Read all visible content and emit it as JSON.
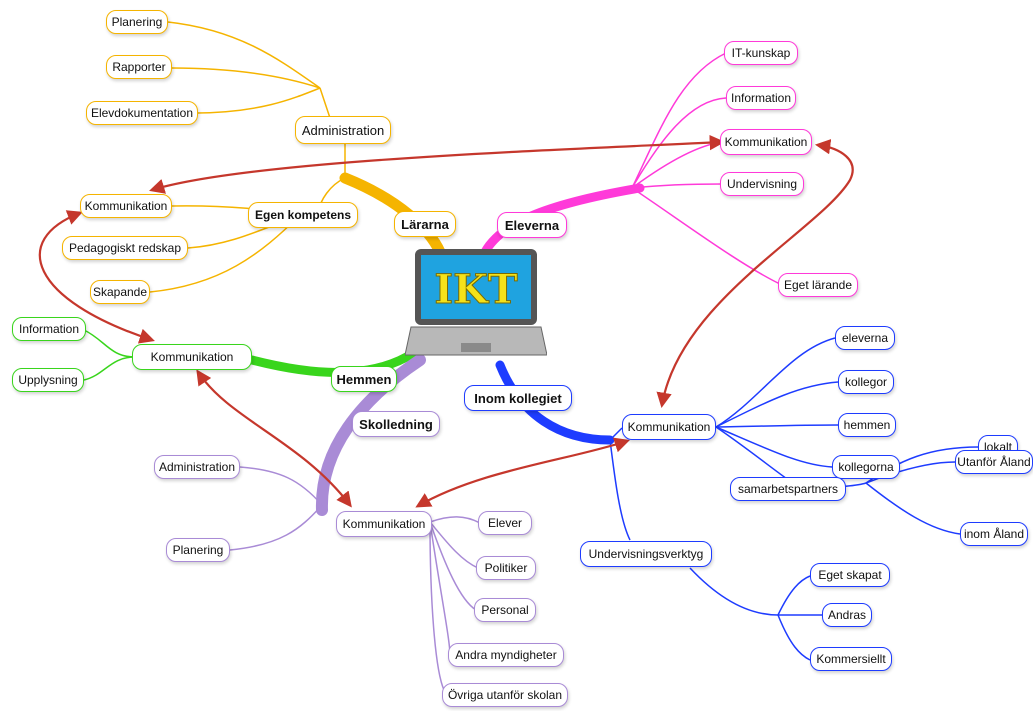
{
  "center": {
    "label": "IKT",
    "icon": "laptop-icon"
  },
  "colors": {
    "larare": "#f5b400",
    "elever": "#ff3ad9",
    "hemmen": "#39d51c",
    "skolledning": "#a98bd6",
    "kollegiet": "#1e3cff",
    "crosslink": "#c5372c"
  },
  "branches": {
    "lararna": {
      "label": "Lärarna",
      "administration": {
        "label": "Administration",
        "items": [
          "Planering",
          "Rapporter",
          "Elevdokumentation"
        ]
      },
      "egen_kompetens": {
        "label": "Egen kompetens",
        "items": [
          "Kommunikation",
          "Pedagogiskt redskap",
          "Skapande"
        ]
      }
    },
    "eleverna": {
      "label": "Eleverna",
      "items": [
        "IT-kunskap",
        "Information",
        "Kommunikation",
        "Undervisning",
        "Eget lärande"
      ]
    },
    "hemmen": {
      "label": "Hemmen",
      "kommunikation": {
        "label": "Kommunikation",
        "items": [
          "Information",
          "Upplysning"
        ]
      }
    },
    "skolledning": {
      "label": "Skolledning",
      "administration": "Administration",
      "planering": "Planering",
      "kommunikation": {
        "label": "Kommunikation",
        "items": [
          "Elever",
          "Politiker",
          "Personal",
          "Andra myndigheter",
          "Övriga utanför skolan"
        ]
      }
    },
    "inom_kollegiet": {
      "label": "Inom kollegiet",
      "kommunikation": {
        "label": "Kommunikation",
        "items": [
          "eleverna",
          "kollegor",
          "hemmen",
          "kollegorna"
        ],
        "samarbetspartners": {
          "label": "samarbetspartners",
          "items": [
            "lokalt",
            "Utanför Åland",
            "inom Åland"
          ]
        }
      },
      "undervisningsverktyg": {
        "label": "Undervisningsverktyg",
        "items": [
          "Eget skapat",
          "Andras",
          "Kommersiellt"
        ]
      }
    }
  }
}
